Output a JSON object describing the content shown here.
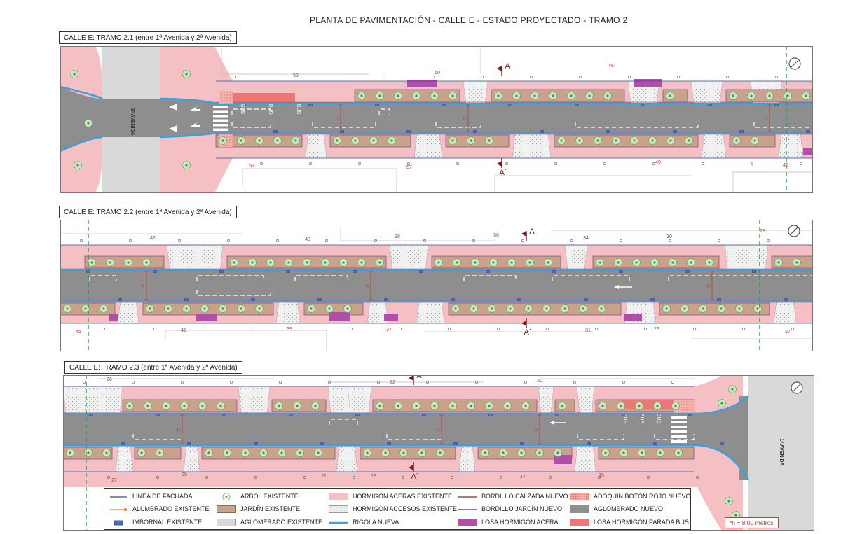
{
  "title": "PLANTA DE PAVIMENTACIÓN -  CALLE E  -  ESTADO PROYECTADO  -  TRAMO 2",
  "tramos": [
    {
      "label": "CALLE E: TRAMO 2.1 (entre 1ª Avenida y 2ª Avenida)",
      "avenue_label": "2ª AVENIDA",
      "section_top": "A",
      "section_bottom": "A´",
      "plot_numbers_top": [
        "52",
        "50",
        "46"
      ],
      "plot_numbers_bottom": [
        "59",
        "57",
        "49",
        "45"
      ],
      "bus_labels": [
        "BUS",
        "BUS",
        "BUS"
      ]
    },
    {
      "label": "CALLE E: TRAMO 2.2 (entre 1ª Avenida y 2ª Avenida)",
      "section_top": "A",
      "section_bottom": "A´",
      "plot_numbers_top": [
        "42",
        "40",
        "38",
        "36",
        "34",
        "30",
        "28"
      ],
      "plot_numbers_bottom": [
        "45",
        "41",
        "39",
        "37",
        "31",
        "29",
        "27"
      ]
    },
    {
      "label": "CALLE E: TRAMO 2.3 (entre 1ª Avenida y 2ª Avenida)",
      "avenue_label": "1ª AVENIDA",
      "section_top": "A",
      "section_bottom": "A´",
      "plot_numbers_top": [
        "26",
        "22",
        "20"
      ],
      "plot_numbers_bottom": [
        "27",
        "25",
        "21",
        "19",
        "17",
        "15"
      ],
      "bus_labels": [
        "BUS",
        "BUS",
        "BUS"
      ]
    }
  ],
  "height_marker": "h",
  "legend": {
    "items": [
      {
        "label": "LÍNEA DE FACHADA",
        "symbol": "facade-line",
        "color": "#2b4f9e"
      },
      {
        "label": "ALUMBRADO  EXISTENTE",
        "symbol": "lighting-arrow",
        "color": "#e07b3c"
      },
      {
        "label": "IMBORNAL  EXISTENTE",
        "symbol": "drain",
        "color": "#4a6fc4"
      },
      {
        "label": "ÁRBOL EXISTENTE",
        "symbol": "tree",
        "color": "#5aa65a"
      },
      {
        "label": "JARDÍN EXISTENTE",
        "symbol": "garden",
        "color": "#c9a28a"
      },
      {
        "label": "AGLOMERADO EXISTENTE",
        "symbol": "existing-asphalt",
        "color": "#d8d8d8"
      },
      {
        "label": "HORMIGÓN ACERAS EXISTENTE",
        "symbol": "sidewalk-concrete",
        "color": "#f4c0c4"
      },
      {
        "label": "HORMIGÓN ACCESOS EXISTENTE",
        "symbol": "access-concrete",
        "color": "#efefef"
      },
      {
        "label": "RÍGOLA NUEVA",
        "symbol": "gutter",
        "color": "#3ba0dc"
      },
      {
        "label": "BORDILLO CALZADA NUEVO",
        "symbol": "curb-line",
        "color": "#d9312f"
      },
      {
        "label": "BORDILLO JARDÍN NUEVO",
        "symbol": "garden-curb",
        "color": "#6d4a9c"
      },
      {
        "label": "LOSA HORMIGÓN ACERA",
        "symbol": "slab",
        "color": "#b14ea8"
      },
      {
        "label": "ADOQUÍN BOTÓN ROJO NUEVO",
        "symbol": "tactile-paving",
        "color": "#f29b93"
      },
      {
        "label": "AGLOMERADO NUEVO",
        "symbol": "new-asphalt",
        "color": "#8e8e8e"
      },
      {
        "label": "LOSA HORMIGÓN PARADA BUS",
        "symbol": "bus-slab",
        "color": "#f07673"
      }
    ]
  },
  "height_note": "*h = 8,00 metros"
}
